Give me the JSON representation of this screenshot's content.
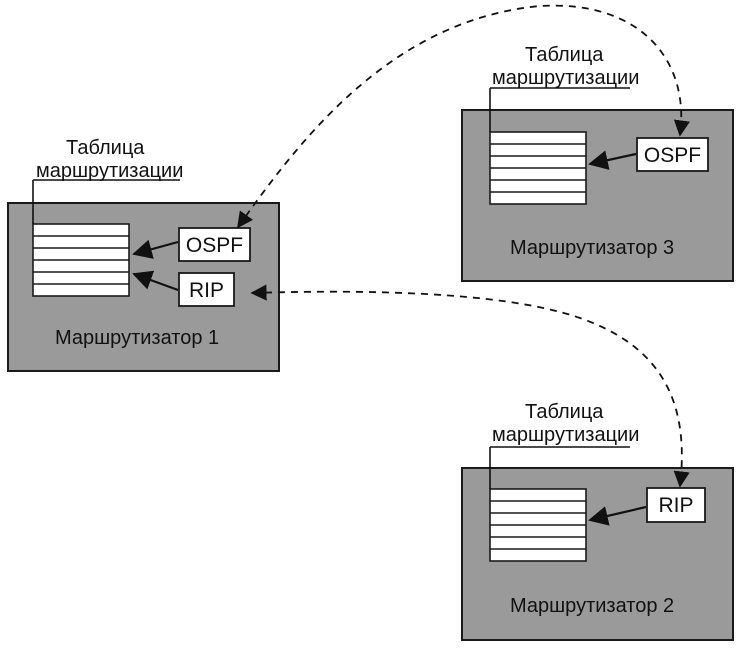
{
  "routers": [
    {
      "name": "Маршрутизатор 1",
      "table_label_1": "Таблица",
      "table_label_2": "маршрутизации",
      "protocols": [
        "OSPF",
        "RIP"
      ]
    },
    {
      "name": "Маршрутизатор 3",
      "table_label_1": "Таблица",
      "table_label_2": "маршрутизации",
      "protocols": [
        "OSPF"
      ]
    },
    {
      "name": "Маршрутизатор 2",
      "table_label_1": "Таблица",
      "table_label_2": "маршрутизации",
      "protocols": [
        "RIP"
      ]
    }
  ],
  "colors": {
    "router_fill": "#9a9a9a",
    "box_fill": "#ffffff",
    "line": "#111111"
  }
}
